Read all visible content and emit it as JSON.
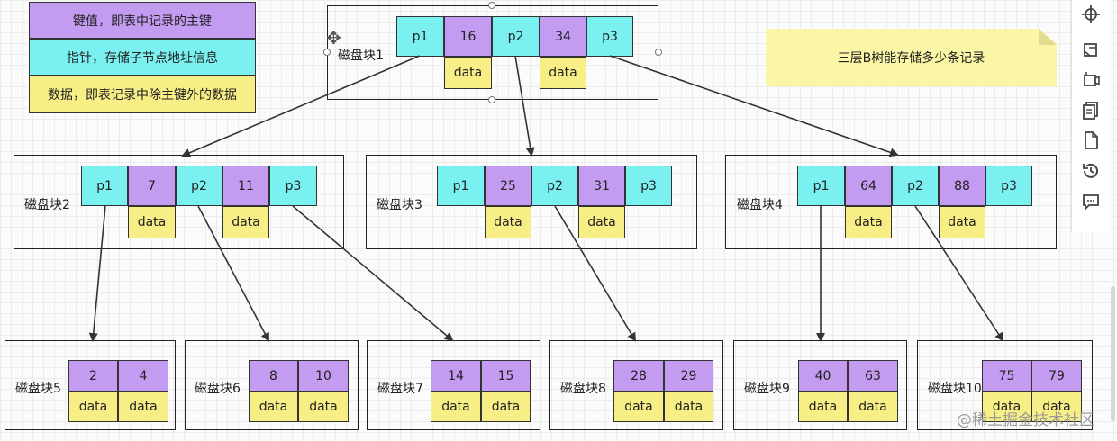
{
  "legend": {
    "key_text": "键值，即表中记录的主键",
    "pointer_text": "指针，存储子节点地址信息",
    "data_text": "数据，即表记录中除主键外的数据"
  },
  "colors": {
    "key": "#c39bf0",
    "pointer": "#7bf0f0",
    "data": "#f7ee86",
    "note": "#fbf6a6"
  },
  "note": "三层B树能存储多少条记录",
  "root": {
    "label": "磁盘块1",
    "cells": [
      "p1",
      "16",
      "p2",
      "34",
      "p3"
    ],
    "data": [
      "data",
      "data"
    ]
  },
  "level2": [
    {
      "label": "磁盘块2",
      "cells": [
        "p1",
        "7",
        "p2",
        "11",
        "p3"
      ],
      "data": [
        "data",
        "data"
      ]
    },
    {
      "label": "磁盘块3",
      "cells": [
        "p1",
        "25",
        "p2",
        "31",
        "p3"
      ],
      "data": [
        "data",
        "data"
      ]
    },
    {
      "label": "磁盘块4",
      "cells": [
        "p1",
        "64",
        "p2",
        "88",
        "p3"
      ],
      "data": [
        "data",
        "data"
      ]
    }
  ],
  "leaves": [
    {
      "label": "磁盘块5",
      "keys": [
        "2",
        "4"
      ],
      "data": [
        "data",
        "data"
      ]
    },
    {
      "label": "磁盘块6",
      "keys": [
        "8",
        "10"
      ],
      "data": [
        "data",
        "data"
      ]
    },
    {
      "label": "磁盘块7",
      "keys": [
        "14",
        "15"
      ],
      "data": [
        "data",
        "data"
      ]
    },
    {
      "label": "磁盘块8",
      "keys": [
        "28",
        "29"
      ],
      "data": [
        "data",
        "data"
      ]
    },
    {
      "label": "磁盘块9",
      "keys": [
        "40",
        "63"
      ],
      "data": [
        "data",
        "data"
      ]
    },
    {
      "label": "磁盘块10",
      "keys": [
        "75",
        "79"
      ],
      "data": [
        "data",
        "data"
      ]
    }
  ],
  "toolbar": {
    "icons": [
      "crosshair-icon",
      "format-icon",
      "shape-icon",
      "page-icon",
      "blank-page-icon",
      "history-icon",
      "comment-icon"
    ]
  },
  "watermark": "@稀土掘金技术社区"
}
